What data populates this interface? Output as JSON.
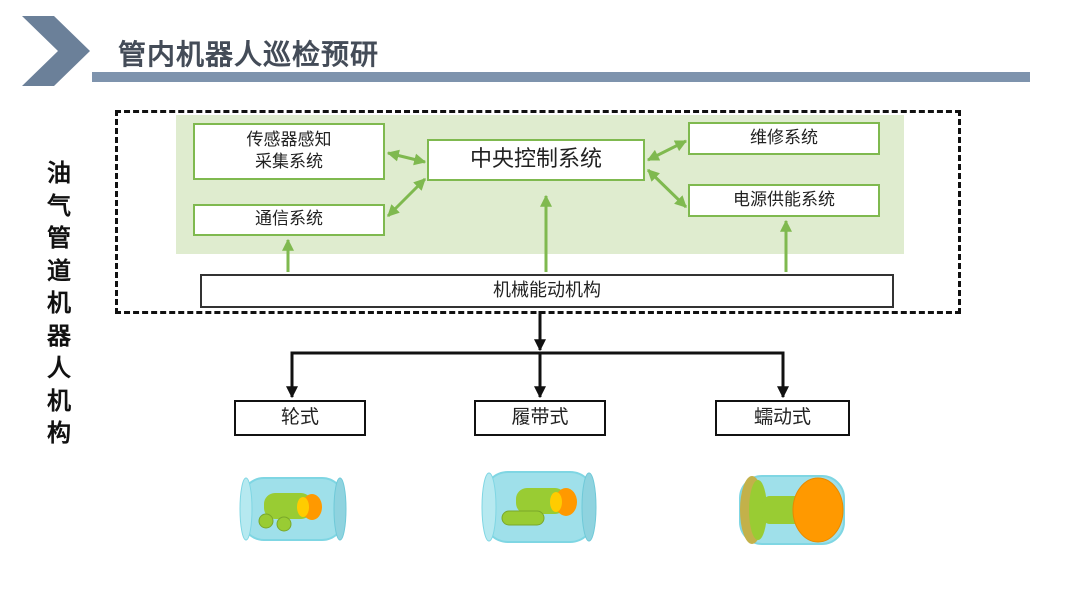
{
  "header": {
    "title": "管内机器人巡检预研"
  },
  "side_label": "油气管道机器人机构",
  "system": {
    "sensor": "传感器感知\n采集系统",
    "comm": "通信系统",
    "central": "中央控制系统",
    "maintenance": "维修系统",
    "power": "电源供能系统",
    "mechanism": "机械能动机构"
  },
  "types": [
    {
      "label": "轮式"
    },
    {
      "label": "履带式"
    },
    {
      "label": "蠕动式"
    }
  ],
  "colors": {
    "accent": "#7e93ad",
    "chevron": "#6b8099",
    "panel": "#dfeccf",
    "green_line": "#7fb94f",
    "robot_body": "#99cc33",
    "robot_head": "#ff9900",
    "pipe": "#7fd6e3"
  }
}
